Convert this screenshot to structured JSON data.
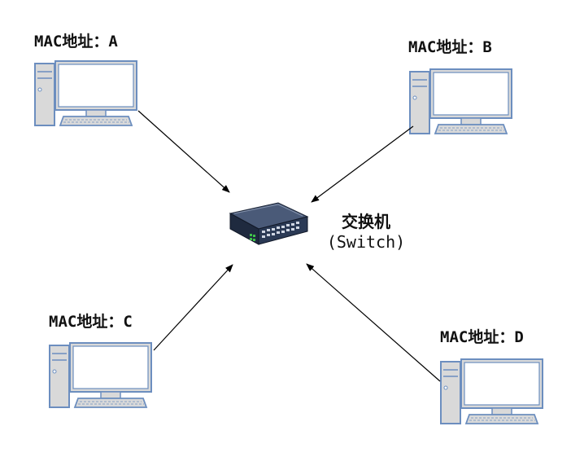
{
  "diagram": {
    "switch": {
      "name": "交换机",
      "subtitle": "(Switch)"
    },
    "hosts": [
      {
        "id": "A",
        "label": "MAC地址：A"
      },
      {
        "id": "B",
        "label": "MAC地址：B"
      },
      {
        "id": "C",
        "label": "MAC地址：C"
      },
      {
        "id": "D",
        "label": "MAC地址：D"
      }
    ],
    "colors": {
      "computer_stroke": "#6c8ebf",
      "computer_fill": "#d9d9d9",
      "screen_fill": "#ffffff",
      "arrow": "#000000",
      "switch_body": "#2b3a55",
      "switch_ports": "#3ec24a"
    }
  }
}
